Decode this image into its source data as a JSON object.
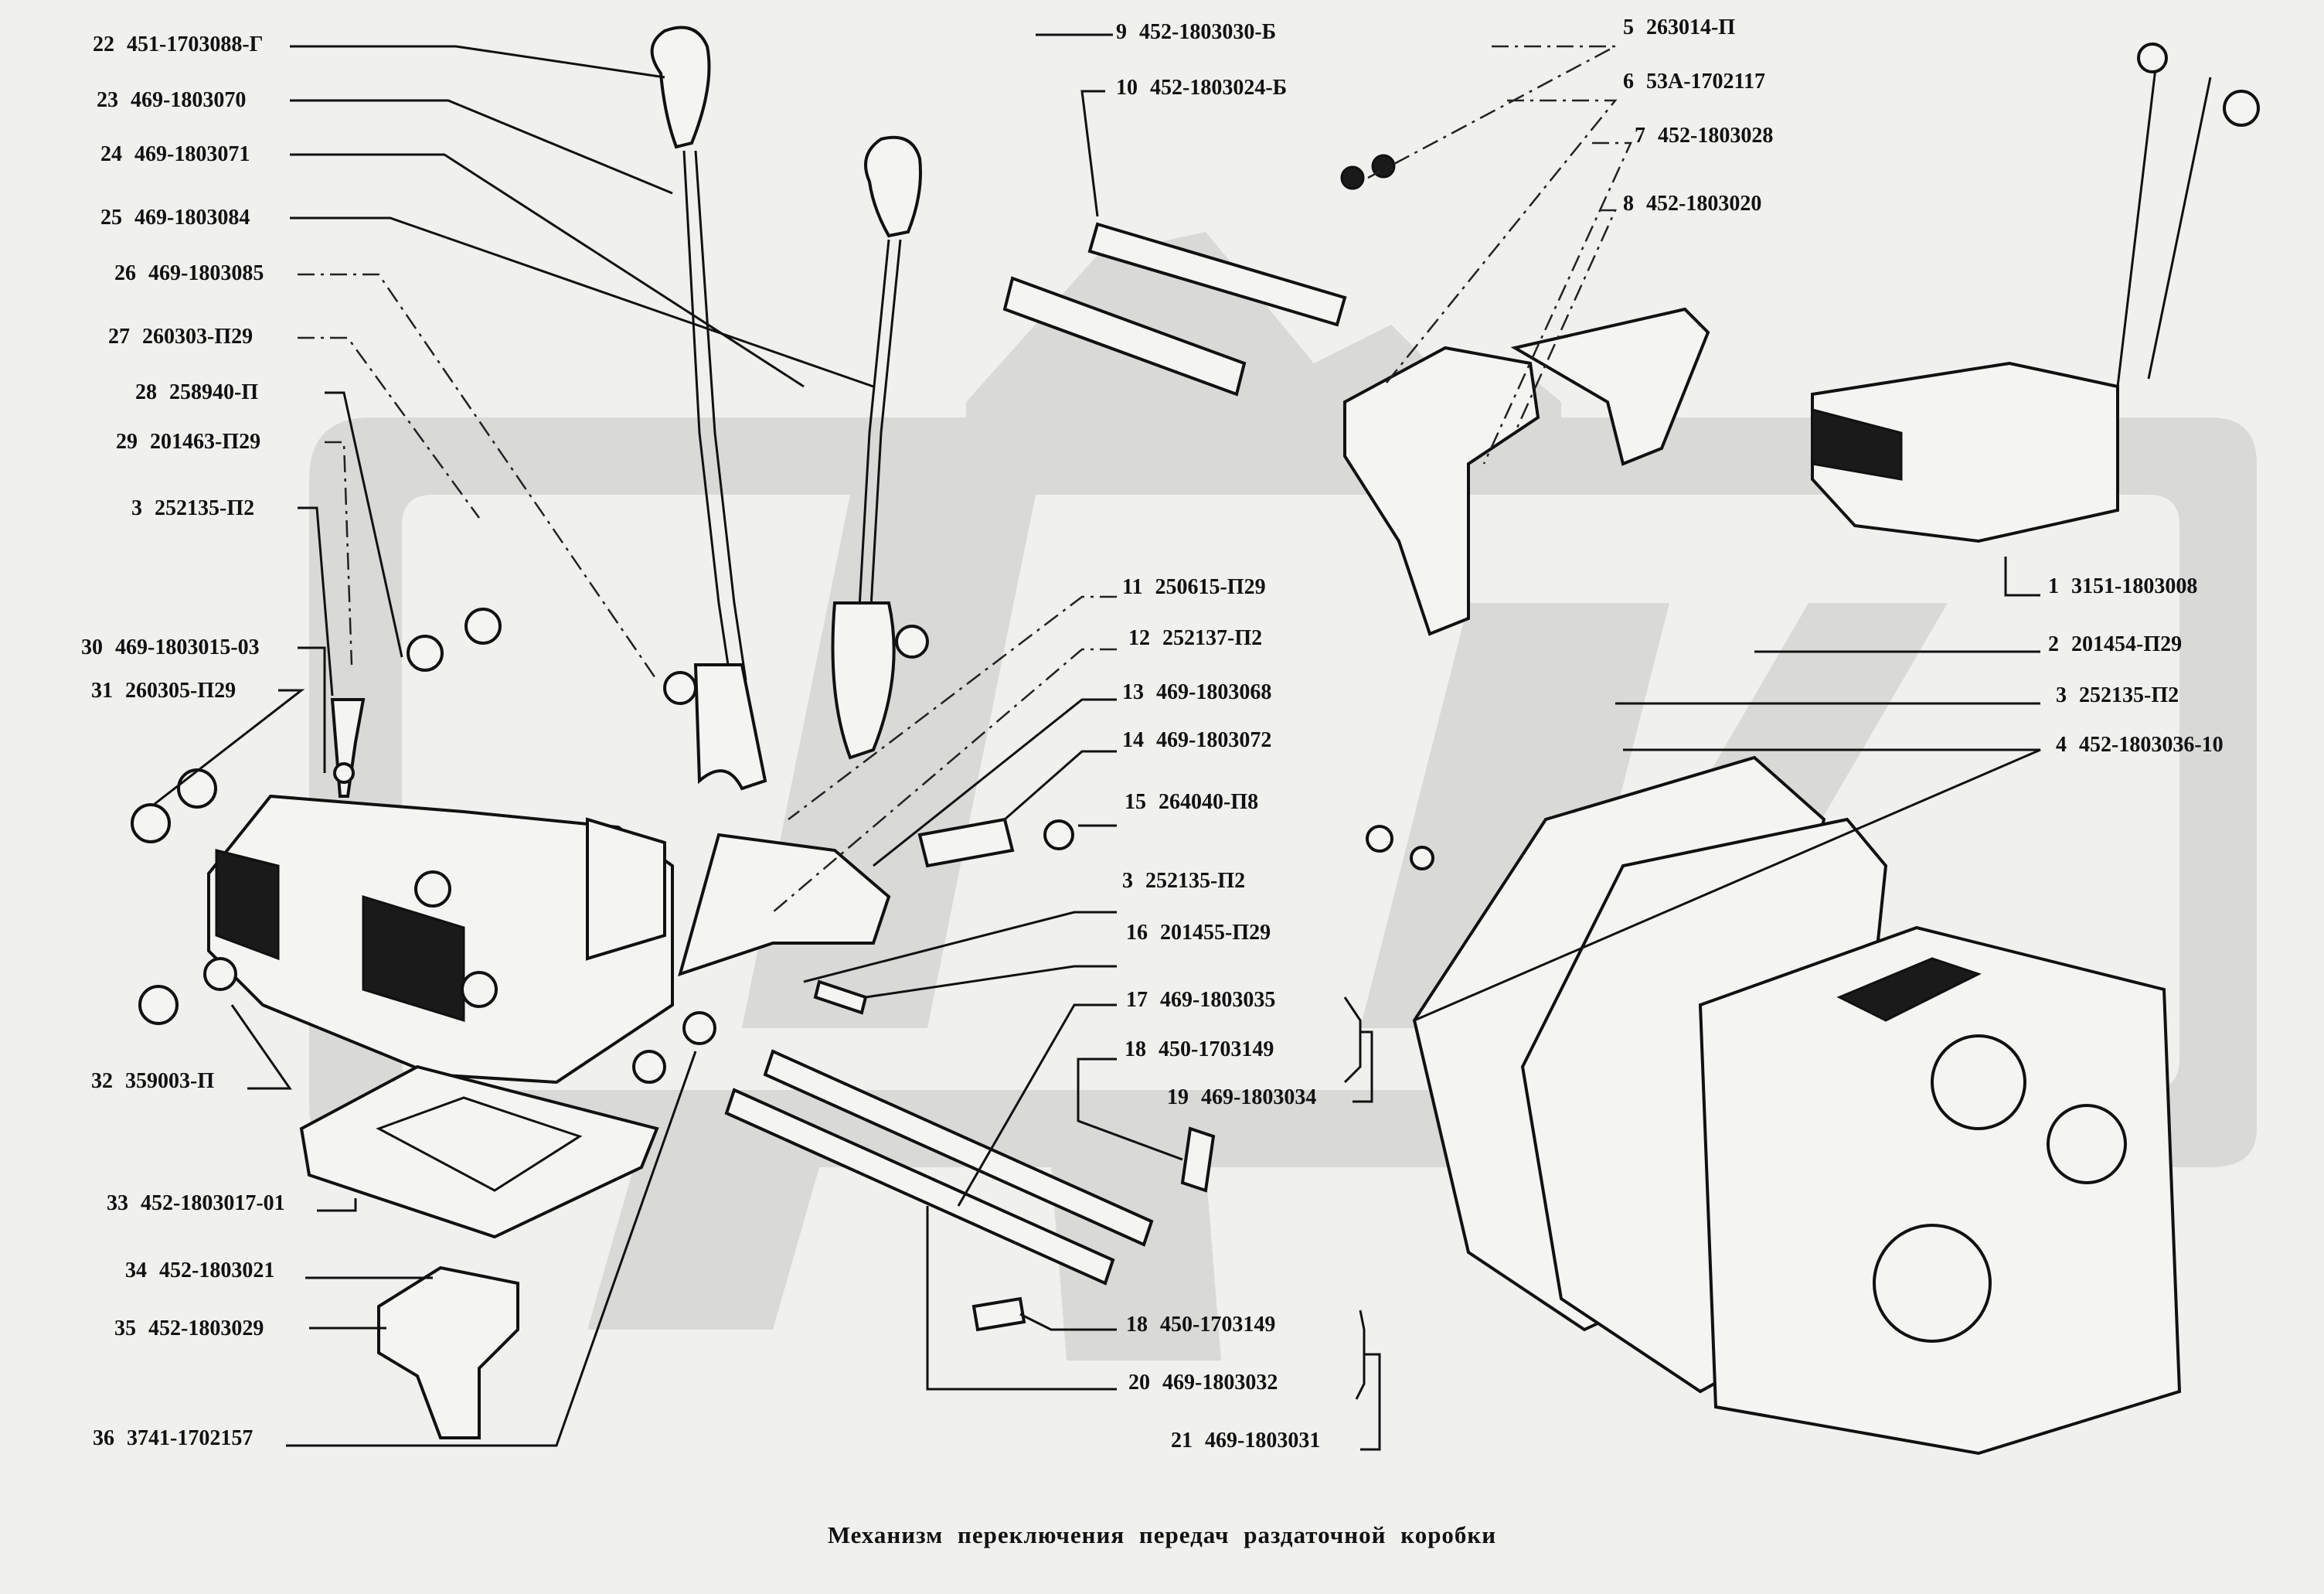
{
  "caption": "Механизм переключения передач раздаточной коробки",
  "watermark": "ОРЕХ",
  "colors": {
    "background": "#f0f0ee",
    "watermark": "#d9d9d8",
    "ink": "#111111"
  },
  "parts": [
    {
      "num": "1",
      "code": "3151-1803008"
    },
    {
      "num": "2",
      "code": "201454-П29"
    },
    {
      "num": "3",
      "code": "252135-П2"
    },
    {
      "num": "4",
      "code": "452-1803036-10"
    },
    {
      "num": "5",
      "code": "263014-П"
    },
    {
      "num": "6",
      "code": "53А-1702117"
    },
    {
      "num": "7",
      "code": "452-1803028"
    },
    {
      "num": "8",
      "code": "452-1803020"
    },
    {
      "num": "9",
      "code": "452-1803030-Б"
    },
    {
      "num": "10",
      "code": "452-1803024-Б"
    },
    {
      "num": "11",
      "code": "250615-П29"
    },
    {
      "num": "12",
      "code": "252137-П2"
    },
    {
      "num": "13",
      "code": "469-1803068"
    },
    {
      "num": "14",
      "code": "469-1803072"
    },
    {
      "num": "15",
      "code": "264040-П8"
    },
    {
      "num": "3",
      "code": "252135-П2"
    },
    {
      "num": "16",
      "code": "201455-П29"
    },
    {
      "num": "17",
      "code": "469-1803035"
    },
    {
      "num": "18",
      "code": "450-1703149"
    },
    {
      "num": "19",
      "code": "469-1803034"
    },
    {
      "num": "18",
      "code": "450-1703149"
    },
    {
      "num": "20",
      "code": "469-1803032"
    },
    {
      "num": "21",
      "code": "469-1803031"
    },
    {
      "num": "22",
      "code": "451-1703088-Г"
    },
    {
      "num": "23",
      "code": "469-1803070"
    },
    {
      "num": "24",
      "code": "469-1803071"
    },
    {
      "num": "25",
      "code": "469-1803084"
    },
    {
      "num": "26",
      "code": "469-1803085"
    },
    {
      "num": "27",
      "code": "260303-П29"
    },
    {
      "num": "28",
      "code": "258940-П"
    },
    {
      "num": "29",
      "code": "201463-П29"
    },
    {
      "num": "3",
      "code": "252135-П2"
    },
    {
      "num": "30",
      "code": "469-1803015-03"
    },
    {
      "num": "31",
      "code": "260305-П29"
    },
    {
      "num": "32",
      "code": "359003-П"
    },
    {
      "num": "33",
      "code": "452-1803017-01"
    },
    {
      "num": "34",
      "code": "452-1803021"
    },
    {
      "num": "35",
      "code": "452-1803029"
    },
    {
      "num": "36",
      "code": "3741-1702157"
    }
  ]
}
